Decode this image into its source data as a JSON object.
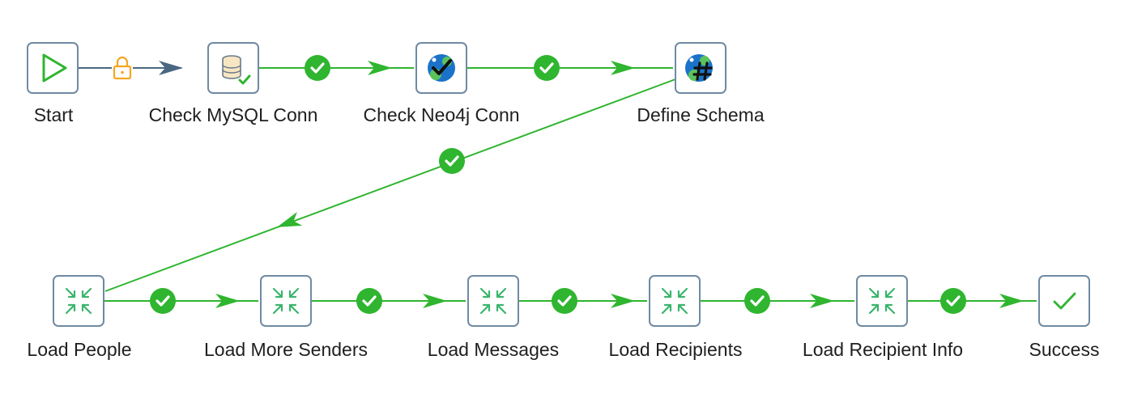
{
  "workflow": {
    "nodes": [
      {
        "id": "start",
        "label": "Start",
        "icon": "start-triangle-icon"
      },
      {
        "id": "check_mysql",
        "label": "Check MySQL Conn",
        "icon": "database-check-icon"
      },
      {
        "id": "check_neo4j",
        "label": "Check Neo4j Conn",
        "icon": "neo4j-check-icon"
      },
      {
        "id": "define_schema",
        "label": "Define Schema",
        "icon": "neo4j-hash-icon"
      },
      {
        "id": "load_people",
        "label": "Load People",
        "icon": "merge-arrows-icon"
      },
      {
        "id": "load_more_senders",
        "label": "Load More Senders",
        "icon": "merge-arrows-icon"
      },
      {
        "id": "load_messages",
        "label": "Load Messages",
        "icon": "merge-arrows-icon"
      },
      {
        "id": "load_recipients",
        "label": "Load Recipients",
        "icon": "merge-arrows-icon"
      },
      {
        "id": "load_recipient_info",
        "label": "Load Recipient Info",
        "icon": "merge-arrows-icon"
      },
      {
        "id": "success",
        "label": "Success",
        "icon": "checkmark-icon"
      }
    ],
    "hops": [
      {
        "from": "start",
        "to": "check_mysql",
        "type": "unconditional"
      },
      {
        "from": "check_mysql",
        "to": "check_neo4j",
        "type": "success"
      },
      {
        "from": "check_neo4j",
        "to": "define_schema",
        "type": "success"
      },
      {
        "from": "define_schema",
        "to": "load_people",
        "type": "success"
      },
      {
        "from": "load_people",
        "to": "load_more_senders",
        "type": "success"
      },
      {
        "from": "load_more_senders",
        "to": "load_messages",
        "type": "success"
      },
      {
        "from": "load_messages",
        "to": "load_recipients",
        "type": "success"
      },
      {
        "from": "load_recipients",
        "to": "load_recipient_info",
        "type": "success"
      },
      {
        "from": "load_recipient_info",
        "to": "success",
        "type": "success"
      }
    ]
  },
  "colors": {
    "success_green": "#2fb52f",
    "unconditional_slate": "#4a6782",
    "lock_orange": "#f5a623",
    "node_border": "#6f8aa3",
    "neo4j_blue": "#1b73c9"
  }
}
